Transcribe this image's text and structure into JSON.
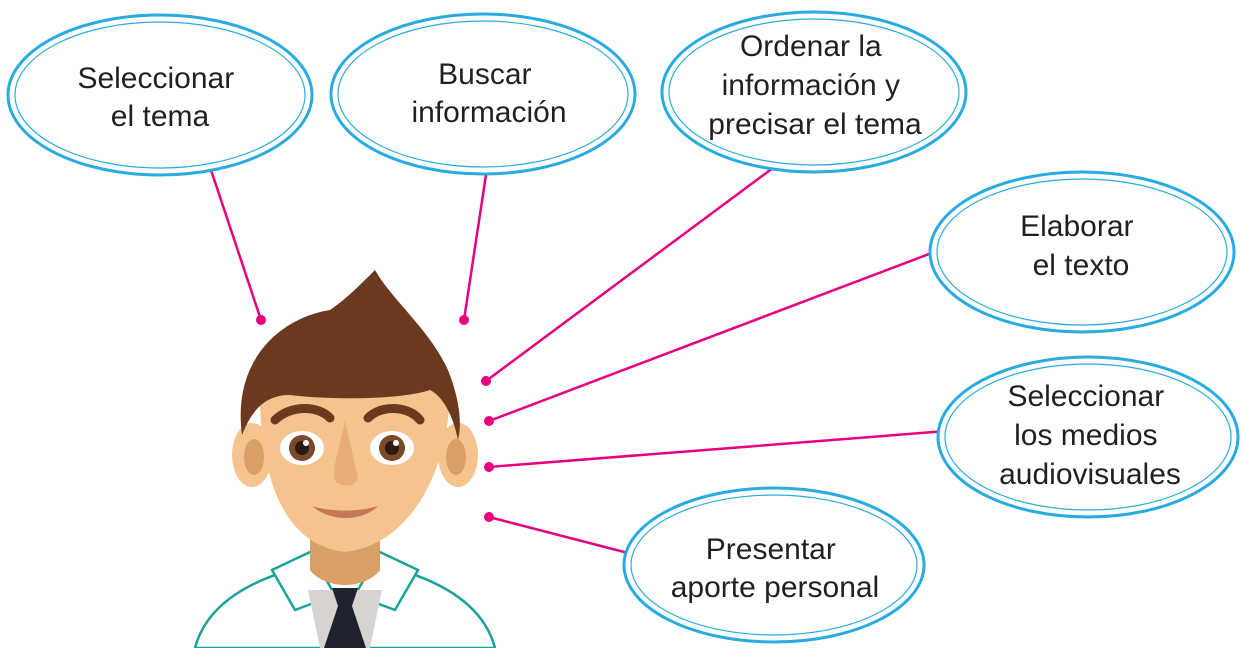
{
  "colors": {
    "ellipse_stroke": "#29abe2",
    "arrow": "#e6007e",
    "hair": "#6b3a1e",
    "skin": "#f4c38e",
    "ear_inner": "#d9a066",
    "shirt_outline": "#1aa39a",
    "tie": "#1f2330",
    "neck_shadow": "#d7d3d0"
  },
  "bubbles": [
    {
      "lines": [
        "Seleccionar",
        "el tema"
      ]
    },
    {
      "lines": [
        "Buscar",
        "información"
      ]
    },
    {
      "lines": [
        "Ordenar la",
        "información y",
        "precisar el tema"
      ]
    },
    {
      "lines": [
        "Elaborar",
        "el texto"
      ]
    },
    {
      "lines": [
        "Seleccionar",
        "los medios",
        "audiovisuales"
      ]
    },
    {
      "lines": [
        "Presentar",
        "aporte personal"
      ]
    }
  ],
  "figure": {
    "icon": "person-with-tie-icon"
  }
}
